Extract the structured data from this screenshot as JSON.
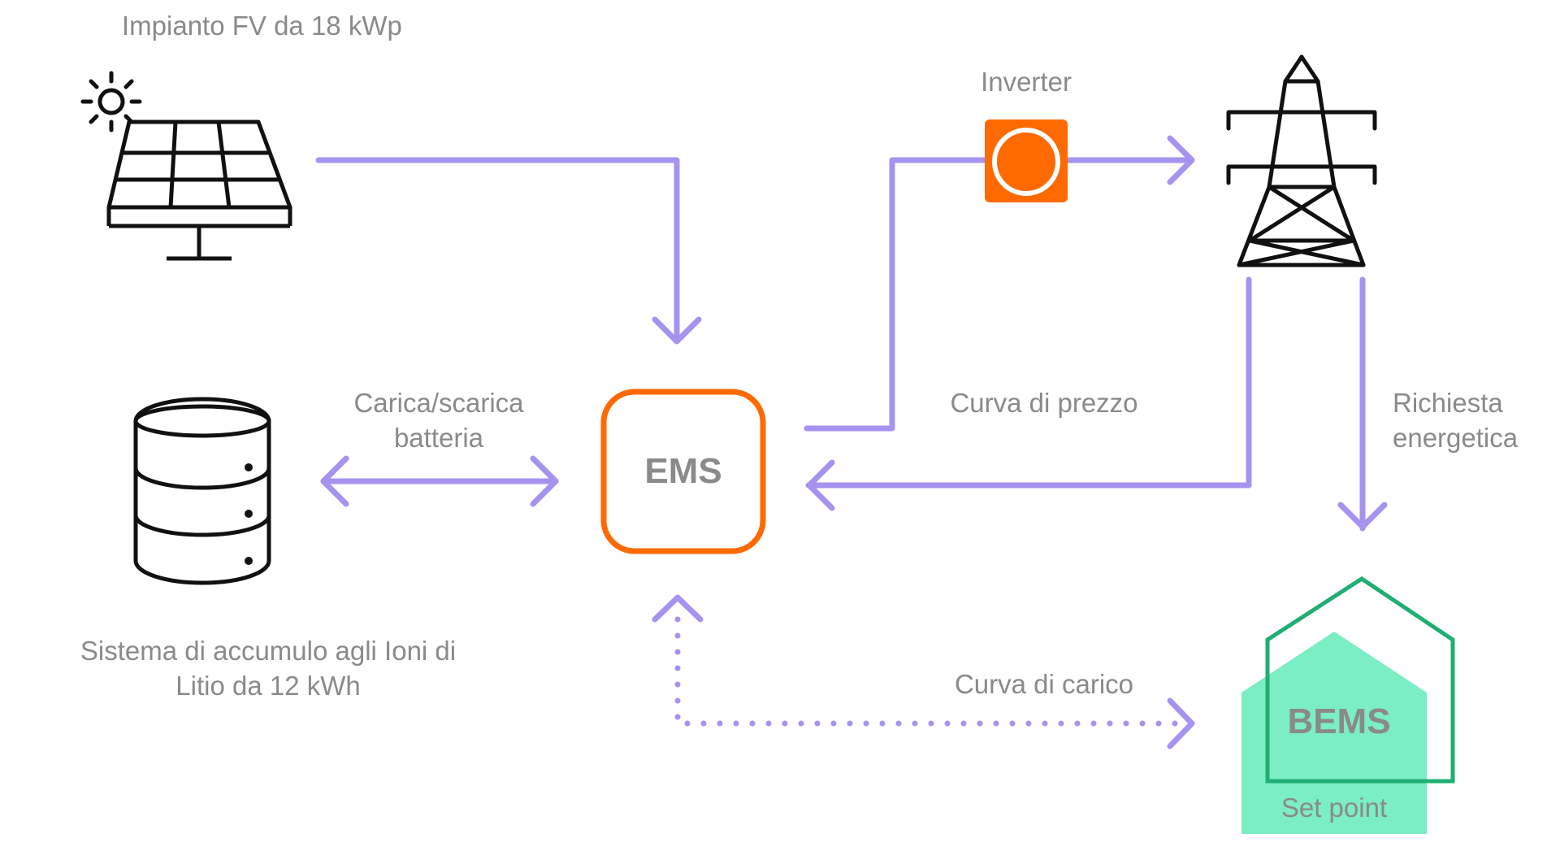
{
  "labels": {
    "pv_plant": "Impianto FV da 18 kWp",
    "inverter": "Inverter",
    "battery_flow_line1": "Carica/scarica",
    "battery_flow_line2": "batteria",
    "price_curve": "Curva di prezzo",
    "energy_request_line1": "Richiesta",
    "energy_request_line2": "energetica",
    "storage_line1": "Sistema di accumulo agli Ioni di",
    "storage_line2": "Litio da 12 kWh",
    "load_curve": "Curva di carico",
    "ems": "EMS",
    "bems": "BEMS",
    "set_point": "Set point"
  },
  "icons": {
    "sun": "sun-icon",
    "solar_panel": "solar-panel-icon",
    "battery": "battery-storage-icon",
    "tower": "power-tower-icon",
    "inverter": "inverter-icon",
    "house": "house-icon"
  },
  "colors": {
    "flow": "#a593ef",
    "ems_border": "#ff6a00",
    "inverter_fill": "#ff6a00",
    "house_fill": "#7beec3",
    "house_outline": "#1fae74",
    "text": "#8a8a8a",
    "icon_stroke": "#111111"
  }
}
